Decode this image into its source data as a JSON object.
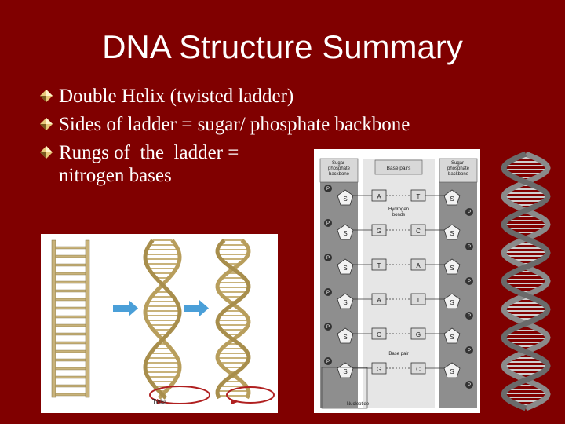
{
  "slide": {
    "title": "DNA Structure Summary",
    "bullets": [
      {
        "text": "Double Helix (twisted ladder)"
      },
      {
        "text": "Sides of ladder = sugar/ phosphate backbone"
      },
      {
        "text": "Rungs of  the  ladder =\nnitrogen bases"
      }
    ]
  },
  "ladder_figure": {
    "caption": "Twist"
  },
  "pair_diagram": {
    "left_header": "Sugar-\nphosphate\nbackbone",
    "middle_header": "Base pairs",
    "right_header": "Sugar-\nphosphate\nbackbone",
    "phosphate_label": "P",
    "sugar_label": "S",
    "hydrogen_label": "Hydrogen\nbonds",
    "base_pair_label": "Base pair",
    "nucleotide_label": "Nucleotide",
    "pairs": [
      {
        "left": "A",
        "right": "T"
      },
      {
        "left": "G",
        "right": "C"
      },
      {
        "left": "T",
        "right": "A"
      },
      {
        "left": "A",
        "right": "T"
      },
      {
        "left": "C",
        "right": "G"
      },
      {
        "left": "G",
        "right": "C"
      }
    ]
  },
  "colors": {
    "background": "#800000",
    "title_text": "#ffffff",
    "ladder_tan": "#c8b27a",
    "arrow_blue": "#4a9fd8",
    "twist_red": "#b02020",
    "helix_gray": "#8a8a8a"
  }
}
